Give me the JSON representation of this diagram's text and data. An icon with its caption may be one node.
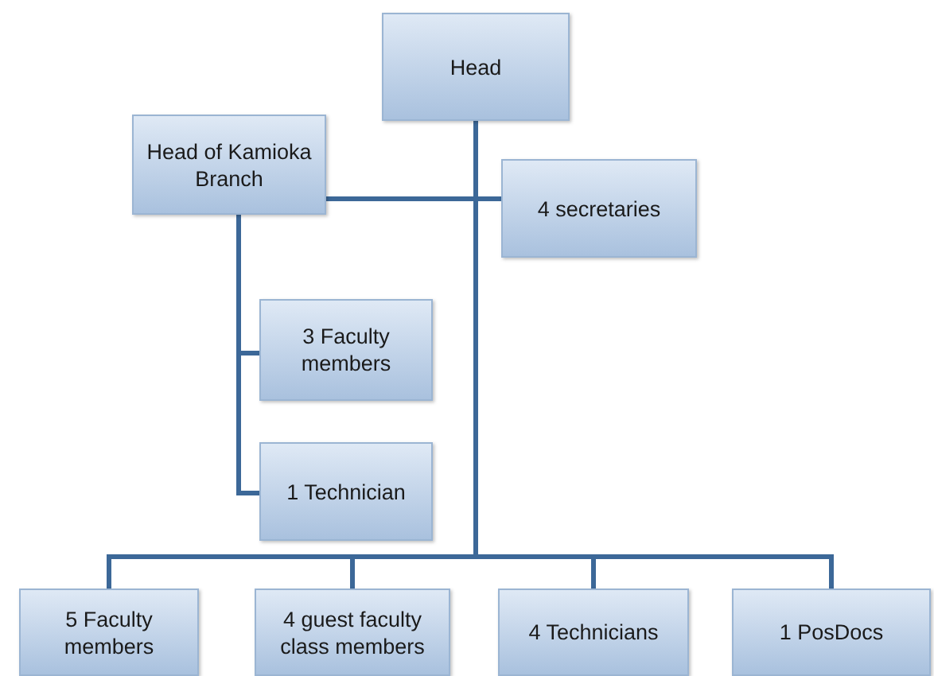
{
  "diagram": {
    "nodes": [
      {
        "text": [
          "Head"
        ]
      },
      {
        "text": [
          "Head of Kamioka Branch"
        ]
      },
      {
        "text": [
          "4 secretaries"
        ]
      },
      {
        "text": [
          "3 Faculty members"
        ]
      },
      {
        "text": [
          "1 Technician"
        ]
      },
      {
        "text": [
          "5 Faculty members"
        ]
      },
      {
        "text": [
          "4 guest faculty class members"
        ]
      },
      {
        "text": [
          "4 Technicians"
        ]
      },
      {
        "text": [
          "1 PosDocs"
        ]
      }
    ],
    "edges": [
      {
        "from": 0,
        "to": 1,
        "arrow": "none"
      },
      {
        "from": 0,
        "to": 2,
        "arrow": "none"
      },
      {
        "from": 1,
        "to": 3,
        "arrow": "none"
      },
      {
        "from": 1,
        "to": 4,
        "arrow": "none"
      },
      {
        "from": 0,
        "to": 5,
        "arrow": "none"
      },
      {
        "from": 0,
        "to": 6,
        "arrow": "none"
      },
      {
        "from": 0,
        "to": 7,
        "arrow": "none"
      },
      {
        "from": 0,
        "to": 8,
        "arrow": "none"
      }
    ]
  }
}
